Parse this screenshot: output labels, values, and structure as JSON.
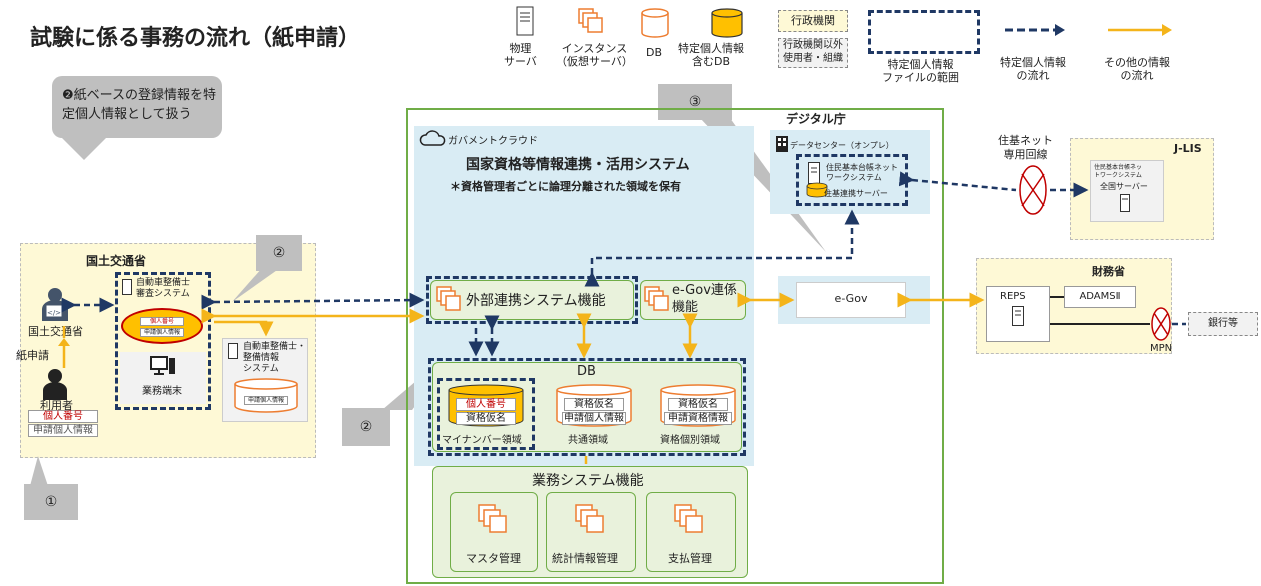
{
  "title": "試験に係る事務の流れ（紙申請）",
  "legend": {
    "server": "物理\nサーバ",
    "instance": "インスタンス\n（仮想サーバ）",
    "db": "DB",
    "pii_db": "特定個人情報\n含むDB",
    "gov_org": "行政機関",
    "non_gov": "行政機関以外\n使用者・組織",
    "pii_file_scope": "特定個人情報\nファイルの範囲",
    "pii_flow": "特定個人情報\nの流れ",
    "other_flow": "その他の情報\nの流れ"
  },
  "callout_top": "❷紙ベースの登録情報を特\n定個人情報として扱う",
  "markers": {
    "one": "①",
    "two": "②",
    "three": "③"
  },
  "mlit": {
    "title": "国土交通省",
    "user_title": "国土交通省",
    "paper": "紙申請",
    "applicant": "利用者",
    "applicant_f1": "個人番号",
    "applicant_f2": "申請個人情報",
    "sys1": "自動車整備士\n審査システム",
    "sys1_f1": "個人番号",
    "sys1_f2": "申請個人情報",
    "terminal": "業務端末",
    "sys2": "自動車整備士・\n整備情報\nシステム",
    "sys2_f1": "申請個人情報"
  },
  "cloud": {
    "label": "ガバメントクラウド",
    "system_title": "国家資格等情報連携・活用システム",
    "system_note": "＊資格管理者ごとに論理分離された領域を保有",
    "ext": "外部連携システム機能",
    "egov_link": "e-Gov連係\n機能",
    "db_title": "DB",
    "db1_f1": "個人番号",
    "db1_f2": "資格仮名",
    "db1_label": "マイナンバー領域",
    "db2_f1": "資格仮名",
    "db2_f2": "申請個人情報",
    "db2_label": "共通領域",
    "db3_f1": "資格仮名",
    "db3_f2": "申請資格情報",
    "db3_label": "資格個別領域",
    "biz_title": "業務システム機能",
    "biz1": "マスタ管理",
    "biz2": "統計情報管理",
    "biz3": "支払管理"
  },
  "digital": {
    "title": "デジタル庁",
    "dc": "データセンター（オンプレ）",
    "juki_sys": "住民基本台帳ネット\nワークシステム",
    "juki_server": "住基連携サーバー",
    "egov": "e-Gov"
  },
  "jlis": {
    "line": "住基ネット\n専用回線",
    "title": "J-LIS",
    "sub": "住民基本台帳ネッ\nトワークシステム",
    "server": "全国サーバー"
  },
  "mof": {
    "title": "財務省",
    "reps": "REPS",
    "adams": "ADAMSⅡ",
    "mpn": "MPN",
    "bank": "銀行等"
  },
  "colors": {
    "pii_flow": "#1f3864",
    "other_flow": "#f4b41a",
    "green": "#70ad47",
    "red": "#c00000"
  }
}
